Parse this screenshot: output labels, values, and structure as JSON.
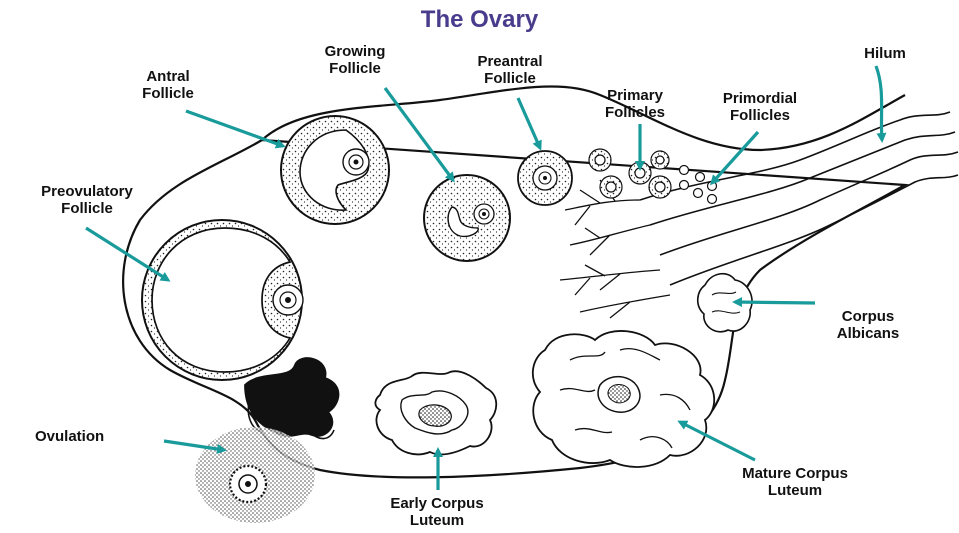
{
  "title": "The Ovary",
  "colors": {
    "title": "#4a3c8c",
    "arrow": "#1a9b9b",
    "ink": "#111111"
  },
  "labels": {
    "antral": [
      "Antral",
      "Follicle"
    ],
    "growing": [
      "Growing",
      "Follicle"
    ],
    "preantral": [
      "Preantral",
      "Follicle"
    ],
    "primary": [
      "Primary",
      "Follicles"
    ],
    "primordial": [
      "Primordial",
      "Follicles"
    ],
    "hilum": [
      "Hilum"
    ],
    "preovulatory": [
      "Preovulatory",
      "Follicle"
    ],
    "corpus_albicans": [
      "Corpus",
      "Albicans"
    ],
    "ovulation": [
      "Ovulation"
    ],
    "early_corpus_luteum": [
      "Early Corpus",
      "Luteum"
    ],
    "mature_corpus_luteum": [
      "Mature Corpus",
      "Luteum"
    ]
  }
}
